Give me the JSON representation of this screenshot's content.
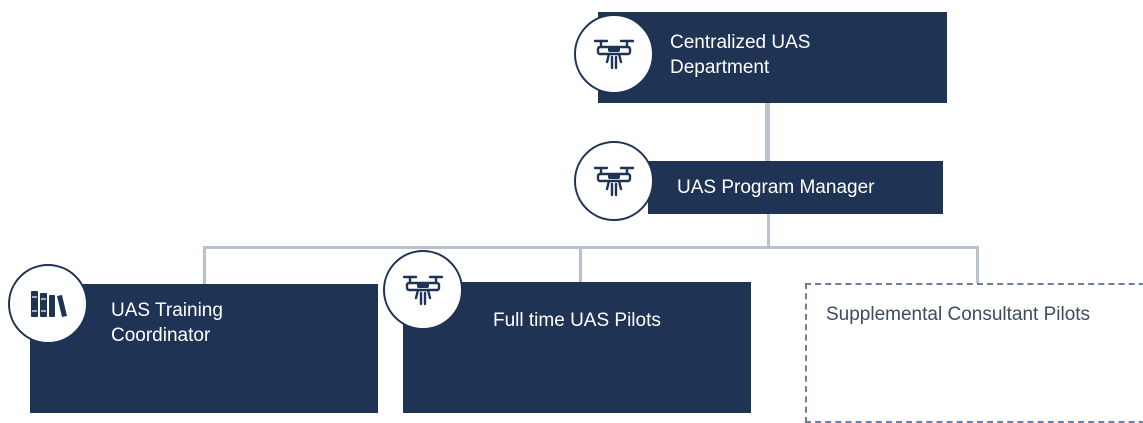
{
  "org_chart": {
    "department": {
      "label": "Centralized UAS\nDepartment",
      "icon": "drone-icon"
    },
    "manager": {
      "label": "UAS Program Manager",
      "icon": "drone-icon"
    },
    "training_coordinator": {
      "label": "UAS Training\nCoordinator",
      "icon": "books-icon"
    },
    "pilots": {
      "label": "Full time UAS Pilots",
      "icon": "drone-icon"
    },
    "consultants": {
      "label": "Supplemental Consultant Pilots"
    }
  },
  "colors": {
    "node_fill": "#1f3354",
    "node_text": "#ffffff",
    "connector": "#b8c2cf",
    "dashed_border": "#6a7fa3"
  }
}
